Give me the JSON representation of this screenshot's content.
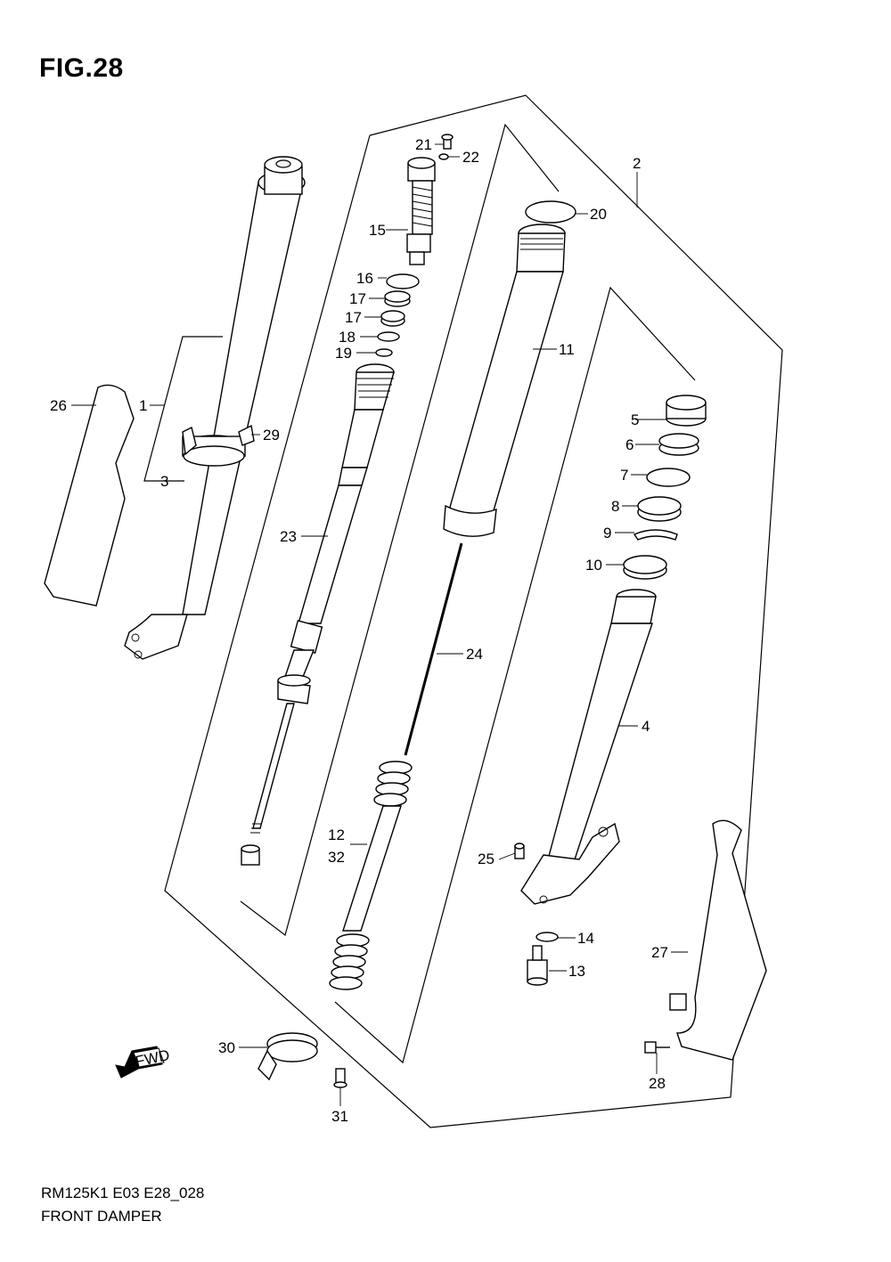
{
  "figure": {
    "title": "FIG.28",
    "code": "RM125K1 E03 E28_028",
    "name": "FRONT DAMPER"
  },
  "fwd_label": "FWD",
  "callouts": {
    "c1": "1",
    "c2": "2",
    "c3": "3",
    "c4": "4",
    "c5": "5",
    "c6": "6",
    "c7": "7",
    "c8": "8",
    "c9": "9",
    "c10": "10",
    "c11": "11",
    "c12": "12",
    "c13": "13",
    "c14": "14",
    "c15": "15",
    "c16": "16",
    "c17a": "17",
    "c17b": "17",
    "c18": "18",
    "c19": "19",
    "c20": "20",
    "c21": "21",
    "c22": "22",
    "c23": "23",
    "c24": "24",
    "c25": "25",
    "c26": "26",
    "c27": "27",
    "c28": "28",
    "c29": "29",
    "c30": "30",
    "c31": "31",
    "c32": "32"
  }
}
